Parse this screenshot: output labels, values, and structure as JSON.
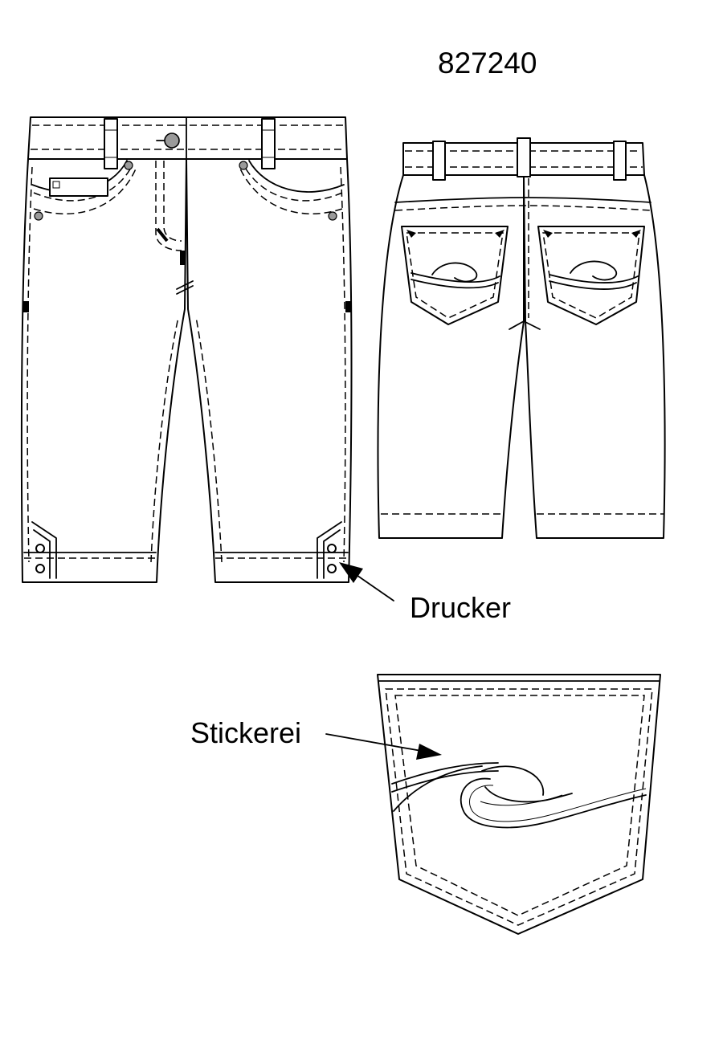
{
  "sheet": {
    "article_number": "827240",
    "callouts": {
      "print": "Drucker",
      "embroidery": "Stickerei"
    }
  },
  "colors": {
    "line": "#000000",
    "button": "#9a9a9a",
    "background": "#ffffff"
  }
}
